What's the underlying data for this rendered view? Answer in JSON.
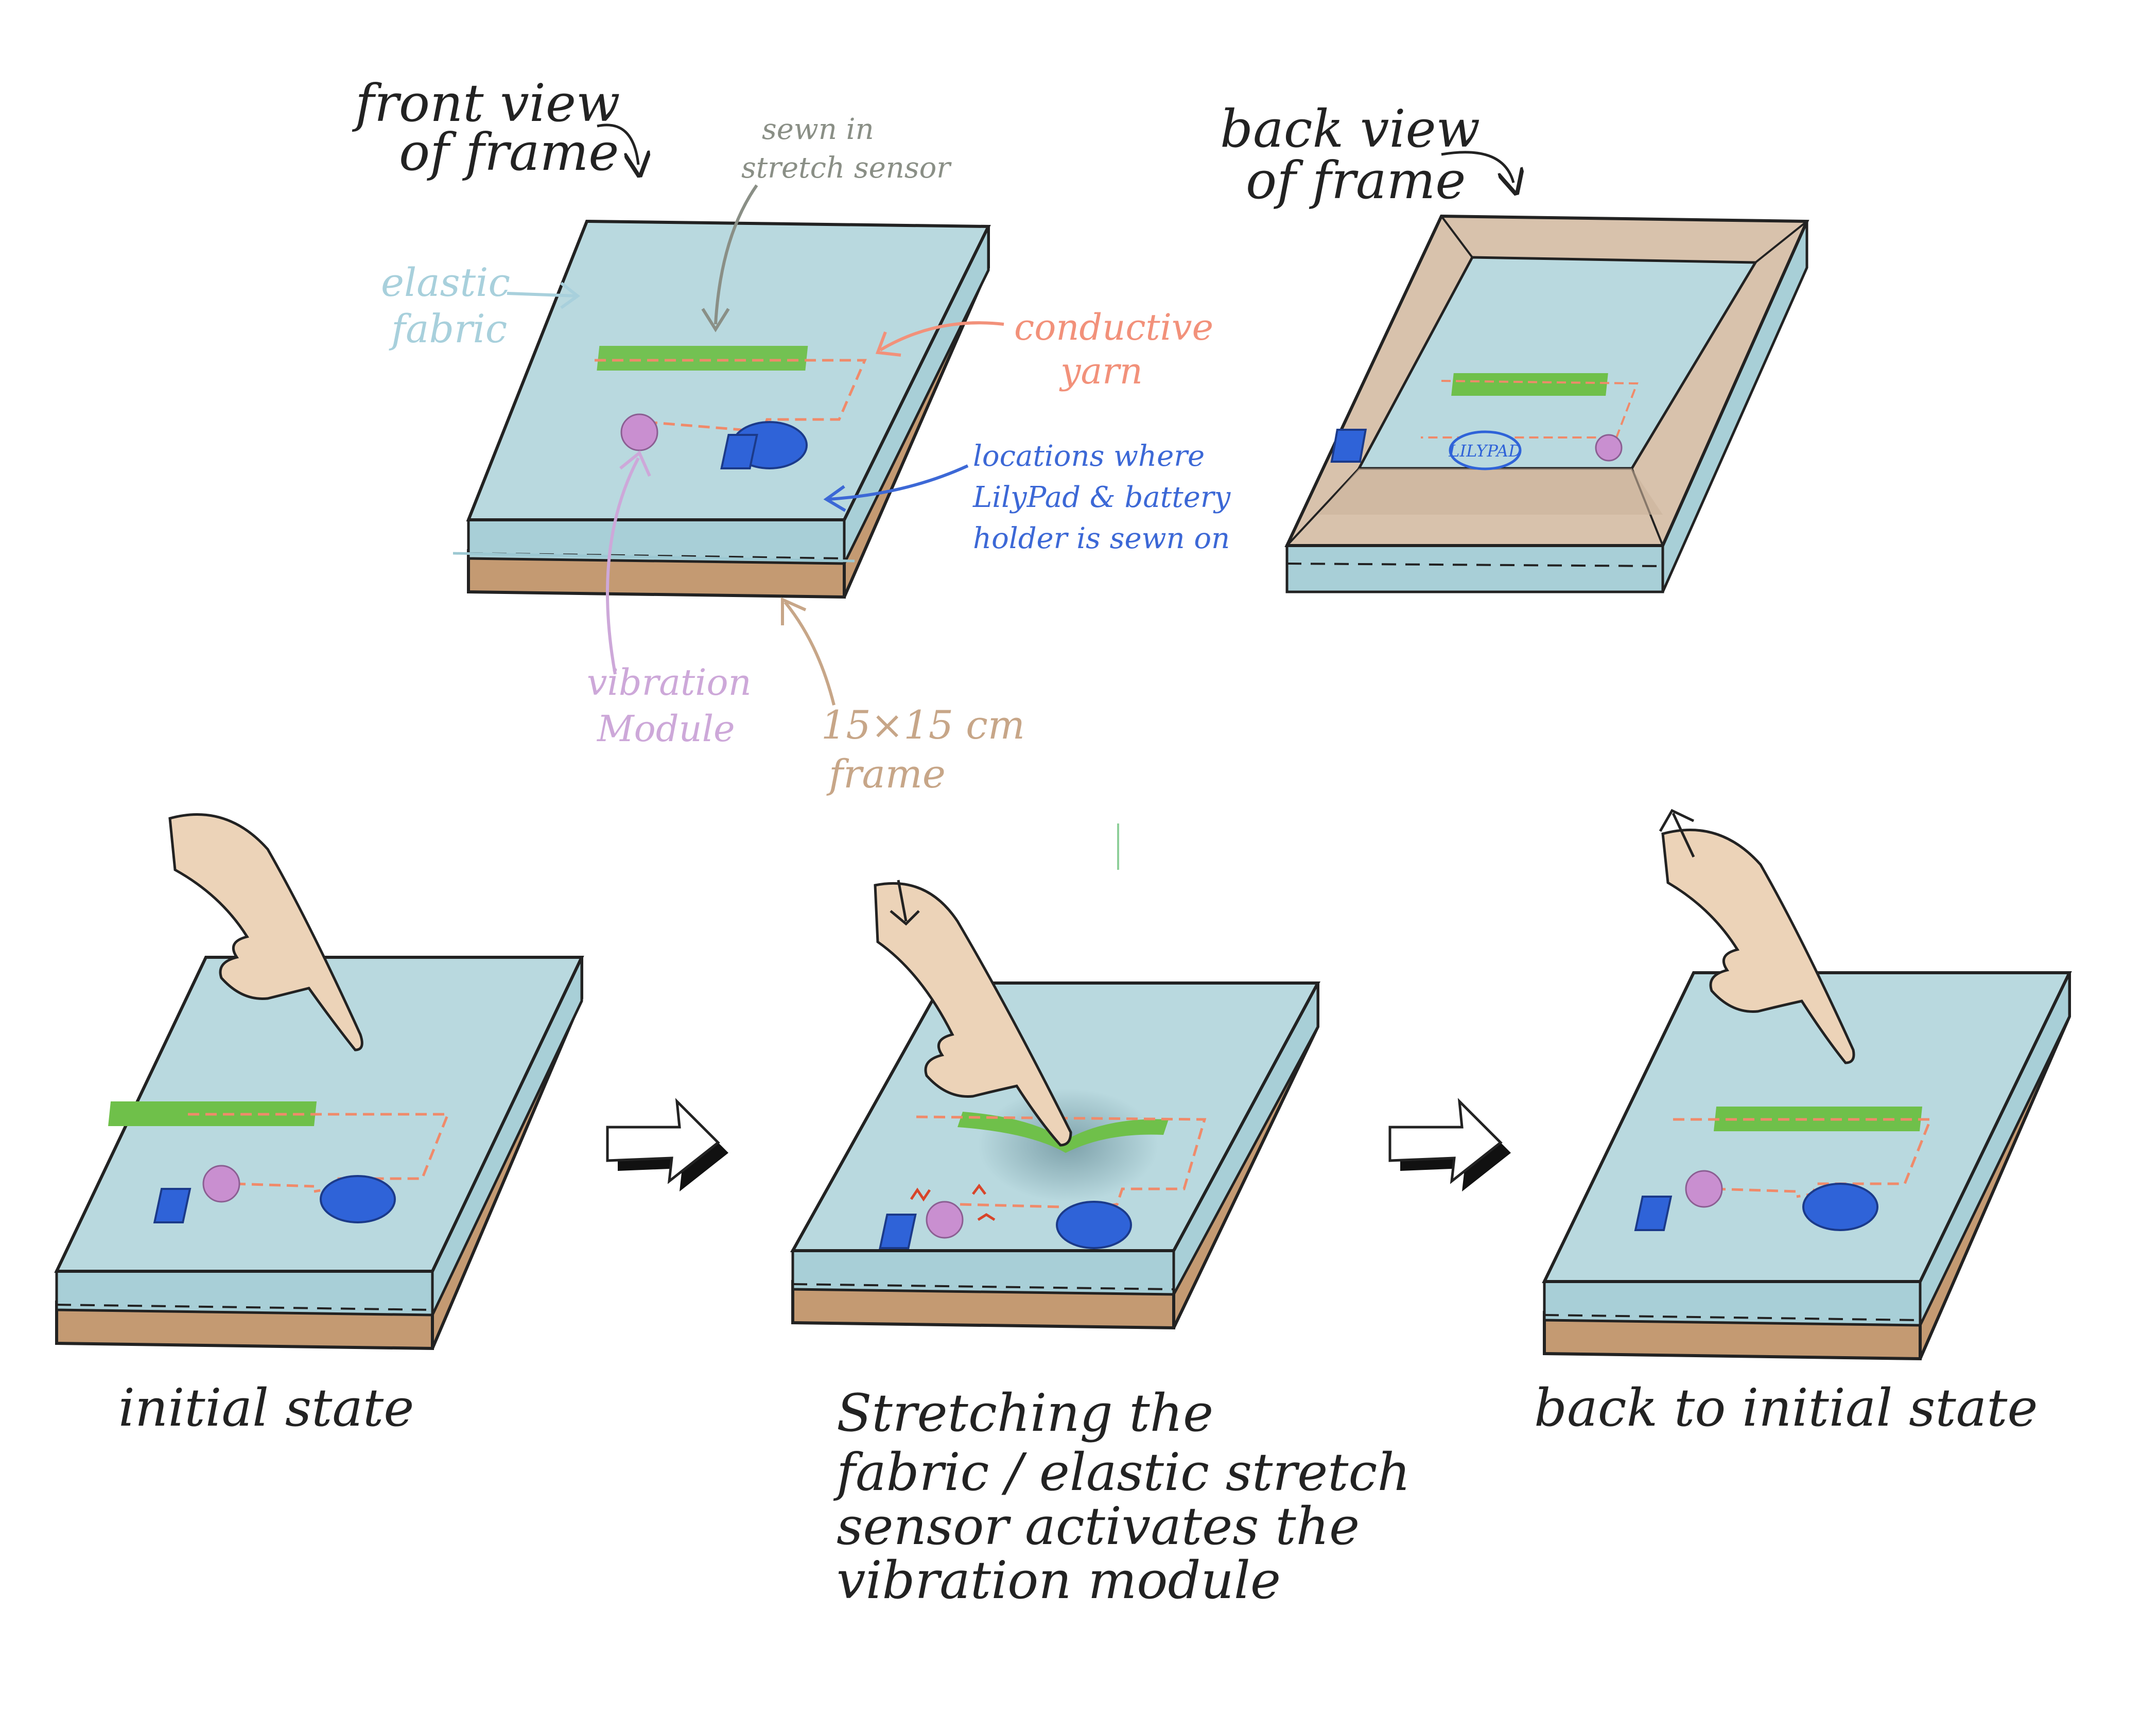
{
  "views": {
    "front_title_1": "front view",
    "front_title_2": "of frame",
    "back_title_1": "back view",
    "back_title_2": "of frame"
  },
  "annotations": {
    "sewn_1": "sewn in",
    "sewn_2": "stretch sensor",
    "elastic_1": "elastic",
    "elastic_2": "fabric",
    "conductive_1": "conductive",
    "conductive_2": "yarn",
    "locations_1": "locations where",
    "locations_2": "LilyPad & battery",
    "locations_3": "holder is sewn on",
    "vibration_1": "vibration",
    "vibration_2": "Module",
    "frame_1": "15×15 cm",
    "frame_2": "frame",
    "lilypad_chip": "LILYPAD"
  },
  "captions": {
    "initial": "initial state",
    "stretch_1": "Stretching the",
    "stretch_2": "fabric / elastic stretch",
    "stretch_3": "sensor activates the",
    "stretch_4": "vibration module",
    "back": "back to initial state"
  },
  "colors": {
    "fabric": "#b9d9df",
    "fabric_side": "#a8cfd7",
    "wood": "#c49a72",
    "frame_wood": "#d8c2ac",
    "sensor": "#6fc04a",
    "yarn": "#f08a6a",
    "lilypad": "#2f63d8",
    "vibration": "#c98fd0",
    "outline": "#222222",
    "label_sewn": "#8a8f86",
    "label_elastic": "#a8d0dc",
    "label_conductive": "#f2917a",
    "label_locations": "#3c68d6",
    "label_vibration": "#cda8d9",
    "label_frame": "#c7a688"
  }
}
